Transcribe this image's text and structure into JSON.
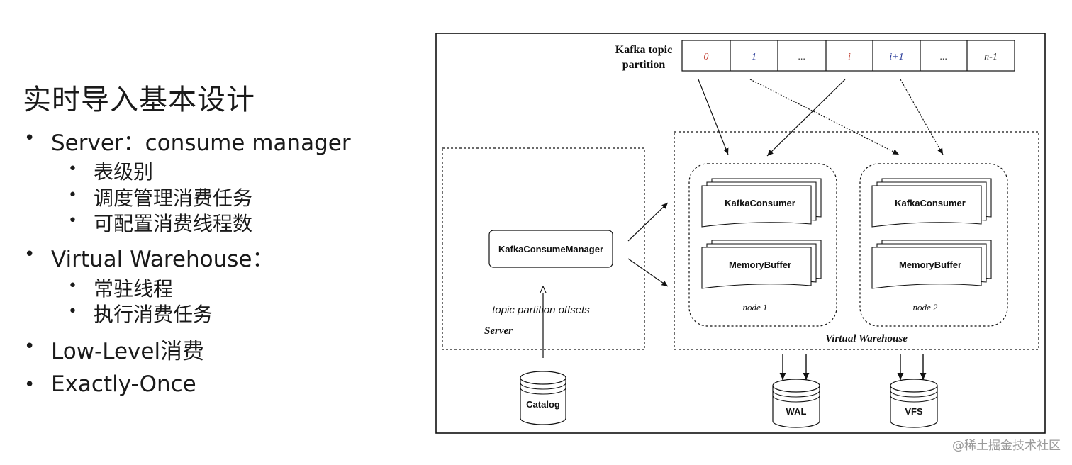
{
  "slide": {
    "title": "实时导入基本设计",
    "bullets": [
      {
        "text": "Server：consume manager",
        "sub": [
          "表级别",
          "调度管理消费任务",
          "可配置消费线程数"
        ]
      },
      {
        "text": "Virtual Warehouse：",
        "sub": [
          "常驻线程",
          "执行消费任务"
        ]
      },
      {
        "text": "Low-Level消费",
        "sub": []
      },
      {
        "text": "Exactly-Once",
        "sub": []
      }
    ],
    "bullet_symbol": "•"
  },
  "diagram": {
    "topic_label_line1": "Kafka topic",
    "topic_label_line2": "partition",
    "partitions": [
      "0",
      "1",
      "...",
      "i",
      "i+1",
      "...",
      "n-1"
    ],
    "partition_colors": [
      "#c0392b",
      "#2c3e9a",
      "#333333",
      "#c0392b",
      "#2c3e9a",
      "#333333",
      "#333333"
    ],
    "server": {
      "manager": "KafkaConsumeManager",
      "offsets": "topic partition offsets",
      "label": "Server"
    },
    "warehouse": {
      "label": "Virtual Warehouse",
      "nodes": [
        {
          "consumer": "KafkaConsumer",
          "buffer": "MemoryBuffer",
          "label": "node 1"
        },
        {
          "consumer": "KafkaConsumer",
          "buffer": "MemoryBuffer",
          "label": "node 2"
        }
      ]
    },
    "storage": {
      "catalog": "Catalog",
      "wal": "WAL",
      "vfs": "VFS"
    }
  },
  "watermark": "@稀土掘金技术社区"
}
